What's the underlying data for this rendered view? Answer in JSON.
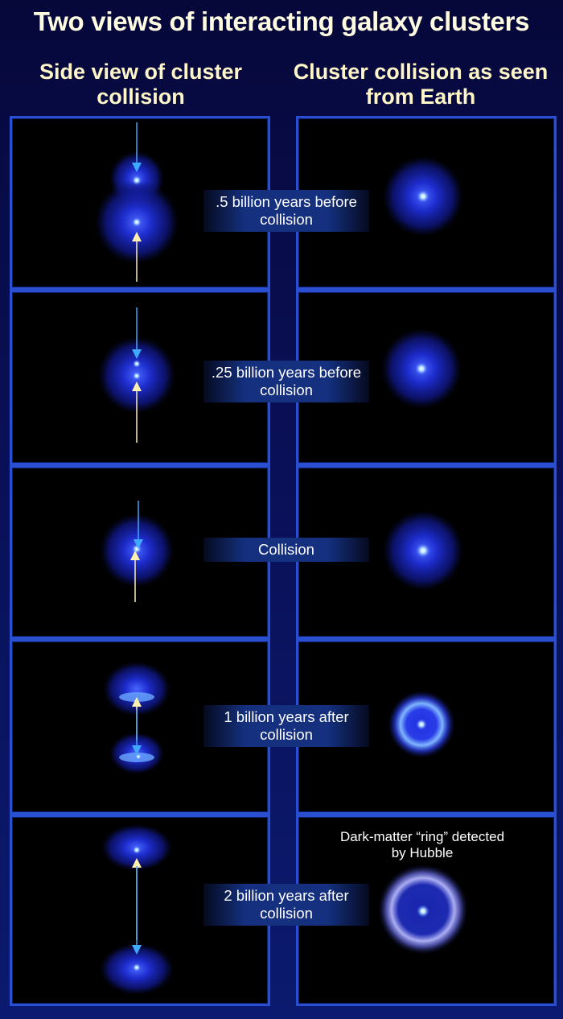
{
  "title": "Two views of interacting galaxy clusters",
  "columns": {
    "left": "Side view of cluster collision",
    "right": "Cluster collision as seen from Earth"
  },
  "stages": [
    {
      "label": ".5 billion years before collision"
    },
    {
      "label": ".25 billion years before collision"
    },
    {
      "label": "Collision"
    },
    {
      "label": "1 billion years after collision"
    },
    {
      "label": "2 billion years after collision"
    }
  ],
  "annotation": "Dark-matter “ring” detected by Hubble",
  "colors": {
    "background": "#0a0f55",
    "panel_border": "#2a4fd0",
    "cluster_glow": "#2a3cff",
    "arrow_down": "#3fa9ff",
    "arrow_up": "#fff0b0",
    "title_text": "#fffbe0"
  }
}
